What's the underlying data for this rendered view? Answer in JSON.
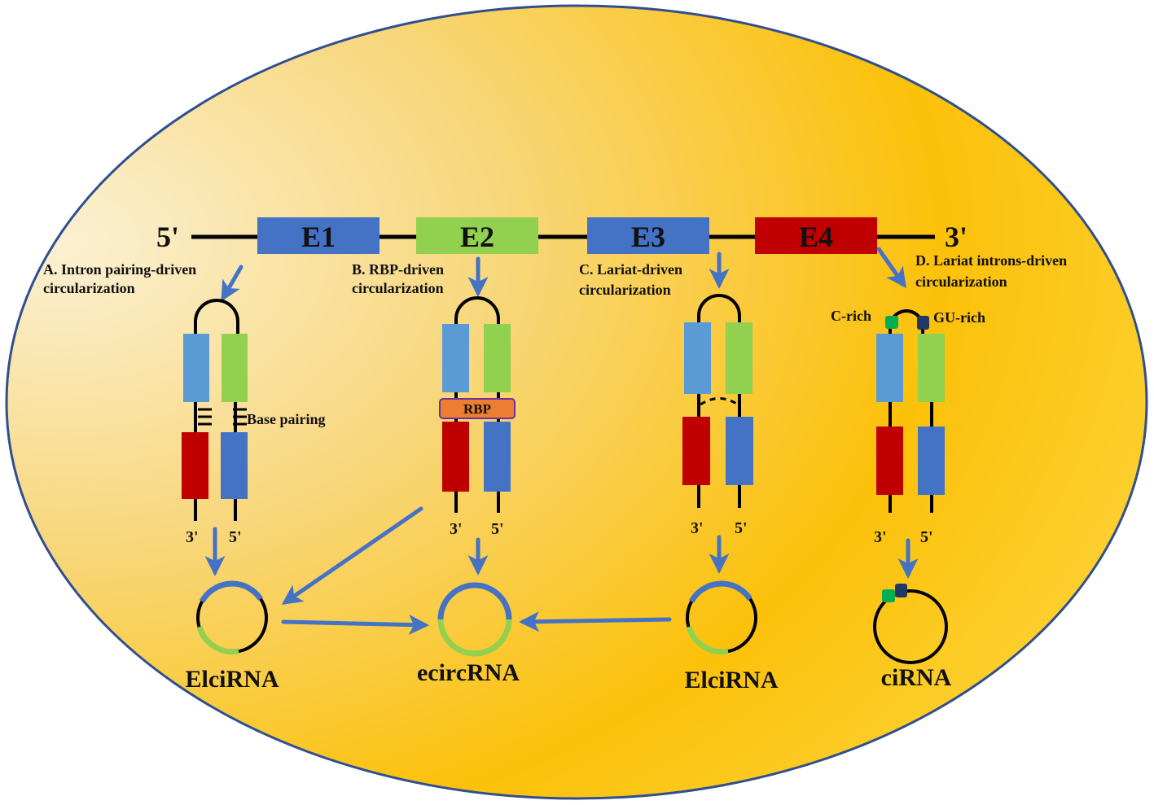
{
  "strand": {
    "five_prime": "5'",
    "three_prime": "3'",
    "exons": [
      {
        "label": "E1",
        "color": "#4472c4"
      },
      {
        "label": "E2",
        "color": "#92d050"
      },
      {
        "label": "E3",
        "color": "#4472c4"
      },
      {
        "label": "E4",
        "color": "#c00000"
      }
    ]
  },
  "pathways": [
    {
      "title_line1": "A. Intron pairing-driven",
      "title_line2": "circularization",
      "annotation": "Base pairing",
      "end3": "3'",
      "end5": "5'",
      "product": "ElciRNA"
    },
    {
      "title_line1": "B. RBP-driven",
      "title_line2": "circularization",
      "annotation": "RBP",
      "end3": "3'",
      "end5": "5'",
      "product": "ecircRNA"
    },
    {
      "title_line1": "C. Lariat-driven",
      "title_line2": "circularization",
      "end3": "3'",
      "end5": "5'",
      "product": "ElciRNA"
    },
    {
      "title_line1": "D. Lariat introns-driven",
      "title_line2": "circularization",
      "annotation_left": "C-rich",
      "annotation_right": "GU-rich",
      "end3": "3'",
      "end5": "5'",
      "product": "ciRNA"
    }
  ],
  "colors": {
    "background_light": "#fbeecb",
    "background_dark": "#fcc10a",
    "arrow": "#4472c4",
    "exon_light_blue": "#5b9bd5",
    "exon_green": "#92d050",
    "exon_red": "#c00000",
    "exon_blue": "#4472c4",
    "rbp": "#ed7d31",
    "c_rich": "#00b050",
    "gu_rich": "#1f3864"
  }
}
